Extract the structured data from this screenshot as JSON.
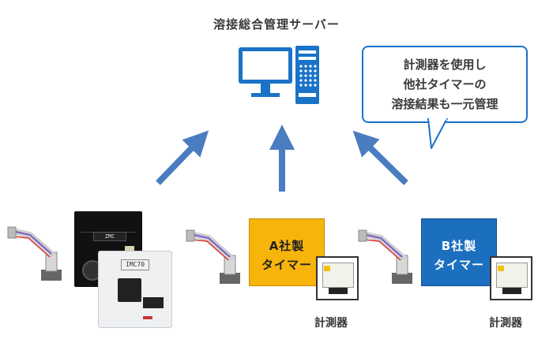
{
  "title": "溶接総合管理サーバー",
  "callout": {
    "lines": [
      "計測器を使用し",
      "他社タイマーの",
      "溶接結果も一元管理"
    ]
  },
  "controllers": {
    "zmc_label": "ZMC",
    "imc_label": "IMC70"
  },
  "timer_a": {
    "lines": [
      "A社製",
      "タイマー"
    ]
  },
  "timer_b": {
    "lines": [
      "B社製",
      "タイマー"
    ]
  },
  "meter_label_1": "計測器",
  "meter_label_2": "計測器",
  "colors": {
    "accent": "#1a73c8",
    "arrow": "#4a7cc0",
    "timer_a": "#f7b40a",
    "timer_b": "#1c6fbf"
  },
  "icons": [
    "computer-monitor-icon",
    "server-tower-icon",
    "welding-robot-icon",
    "measuring-device-icon"
  ]
}
